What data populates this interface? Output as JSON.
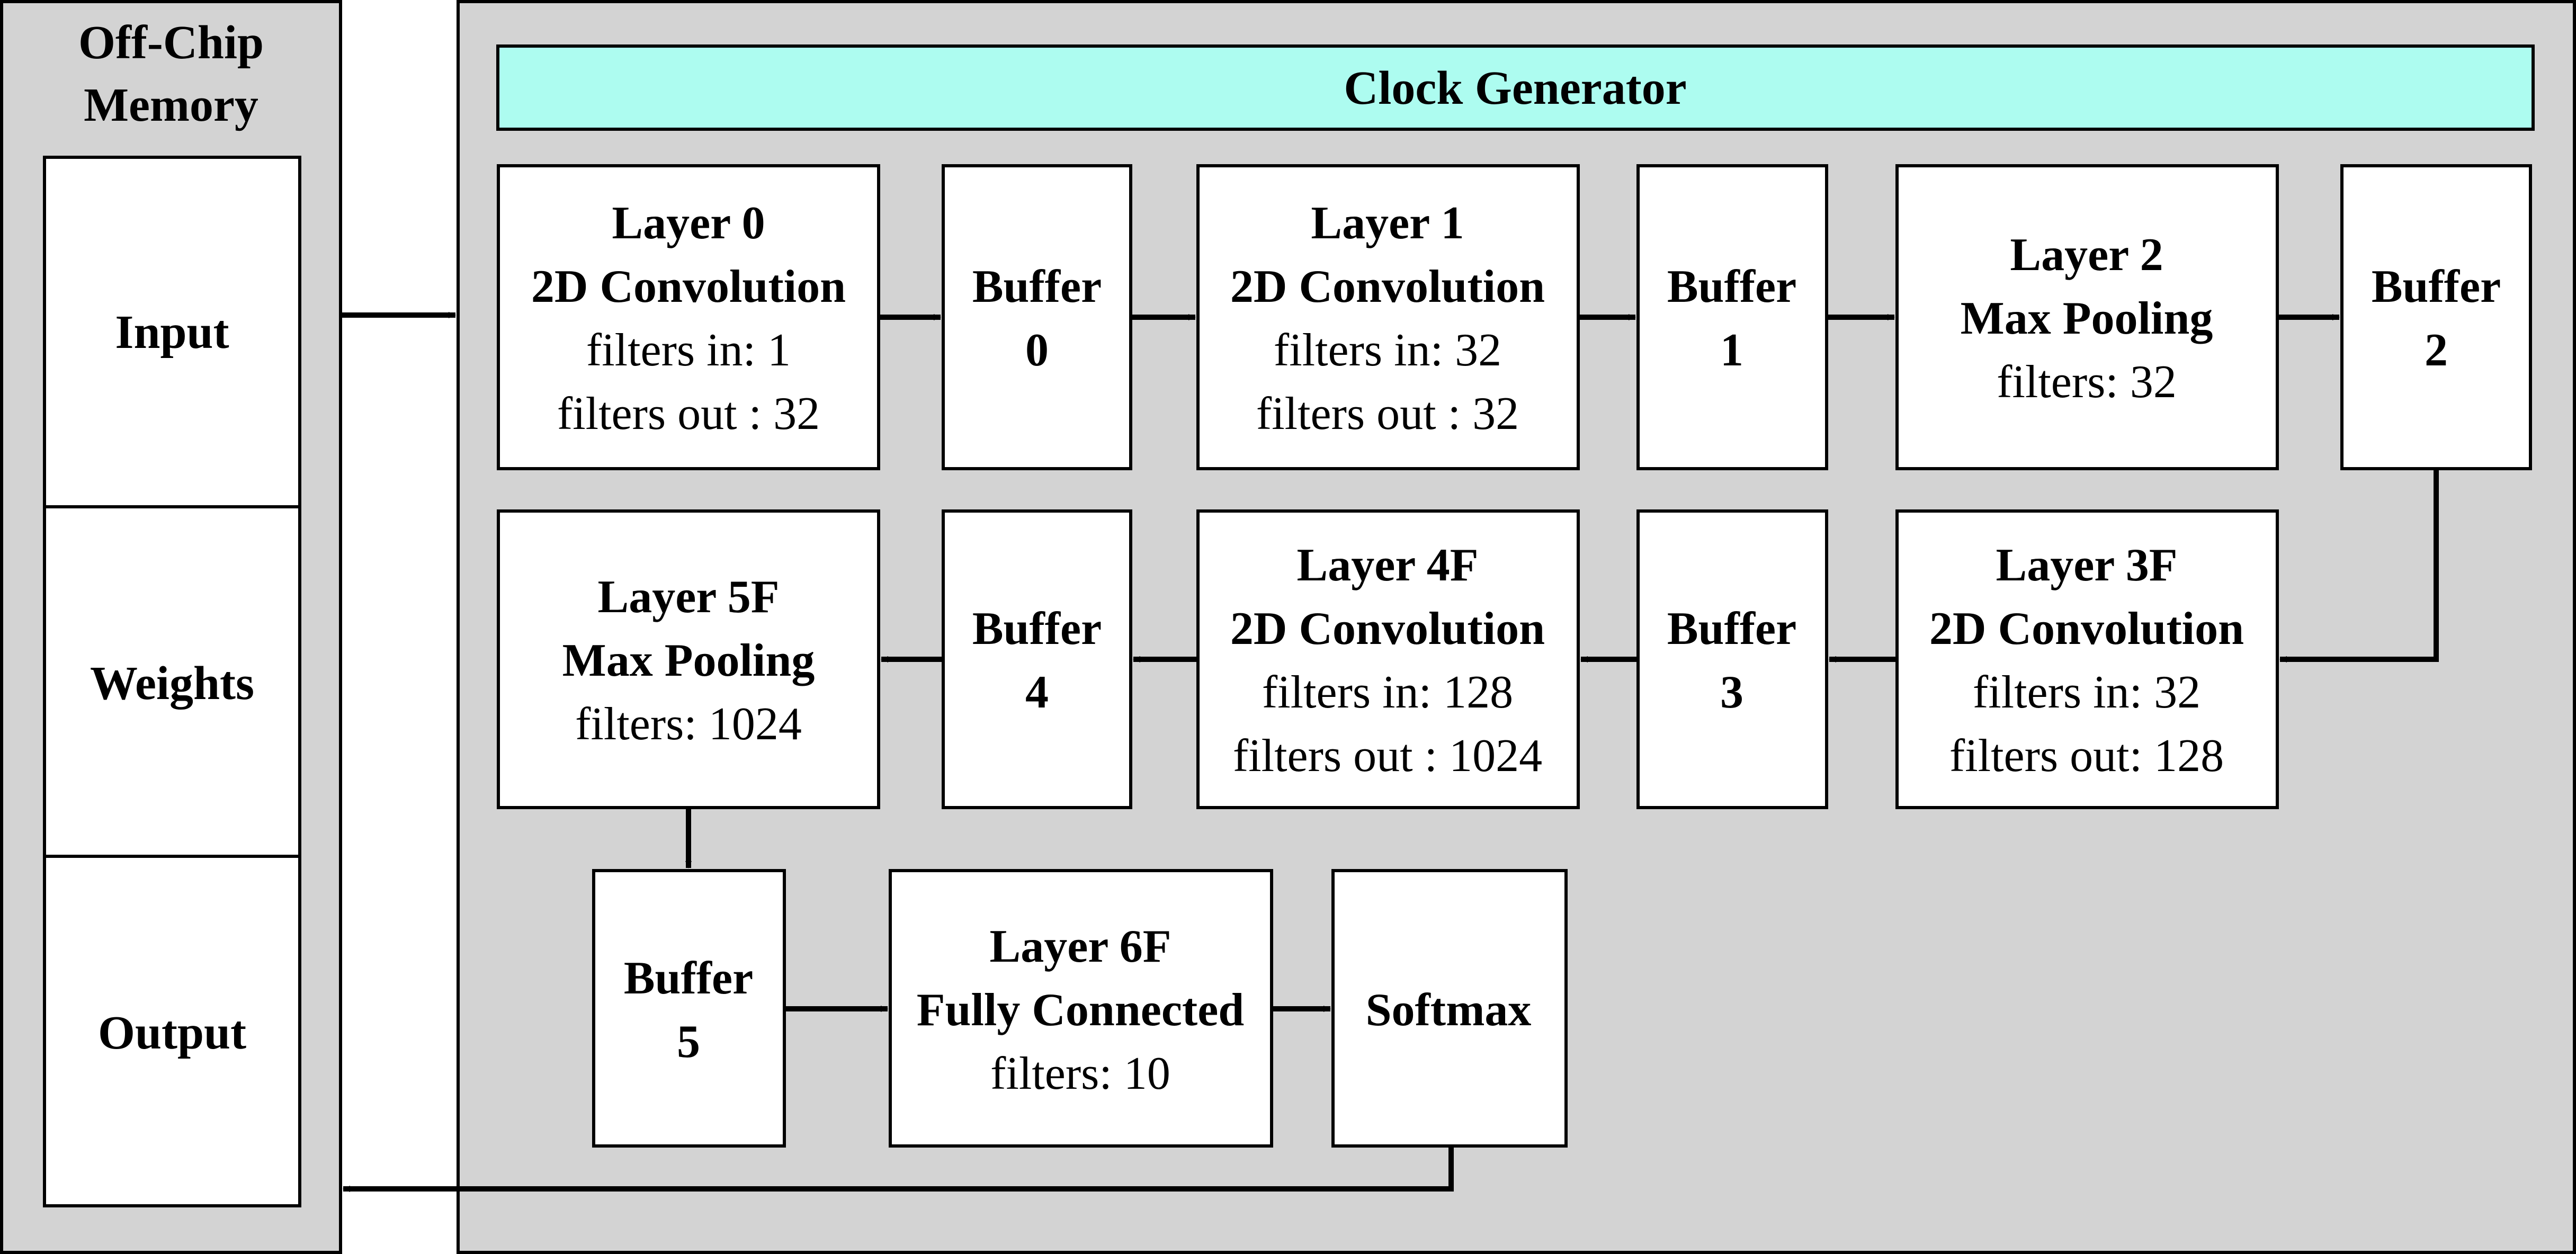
{
  "colors": {
    "panel_bg": "#d3d3d3",
    "box_bg": "#ffffff",
    "clock_bg": "#adfcf0",
    "stroke": "#000000"
  },
  "offchip": {
    "title": [
      "Off-Chip",
      "Memory"
    ],
    "sections": [
      "Input",
      "Weights",
      "Output"
    ]
  },
  "clock": {
    "label": "Clock Generator"
  },
  "blocks": {
    "layer0": {
      "bold": [
        "Layer 0",
        "2D Convolution"
      ],
      "normal": [
        "filters in: 1",
        "filters out : 32"
      ]
    },
    "buffer0": {
      "bold": [
        "Buffer",
        "0"
      ],
      "normal": []
    },
    "layer1": {
      "bold": [
        "Layer 1",
        "2D Convolution"
      ],
      "normal": [
        "filters in: 32",
        "filters out : 32"
      ]
    },
    "buffer1": {
      "bold": [
        "Buffer",
        "1"
      ],
      "normal": []
    },
    "layer2": {
      "bold": [
        "Layer 2",
        "Max Pooling"
      ],
      "normal": [
        "filters: 32"
      ]
    },
    "buffer2": {
      "bold": [
        "Buffer",
        "2"
      ],
      "normal": []
    },
    "layer5f": {
      "bold": [
        "Layer 5F",
        "Max Pooling"
      ],
      "normal": [
        "filters: 1024"
      ]
    },
    "buffer4": {
      "bold": [
        "Buffer",
        "4"
      ],
      "normal": []
    },
    "layer4f": {
      "bold": [
        "Layer 4F",
        "2D Convolution"
      ],
      "normal": [
        "filters in: 128",
        "filters out : 1024"
      ]
    },
    "buffer3": {
      "bold": [
        "Buffer",
        "3"
      ],
      "normal": []
    },
    "layer3f": {
      "bold": [
        "Layer 3F",
        "2D Convolution"
      ],
      "normal": [
        "filters in: 32",
        "filters out: 128"
      ]
    },
    "buffer5": {
      "bold": [
        "Buffer",
        "5"
      ],
      "normal": []
    },
    "layer6f": {
      "bold": [
        "Layer 6F",
        "Fully Connected"
      ],
      "normal": [
        "filters: 10"
      ]
    },
    "softmax": {
      "bold": [
        "Softmax"
      ],
      "normal": []
    }
  }
}
